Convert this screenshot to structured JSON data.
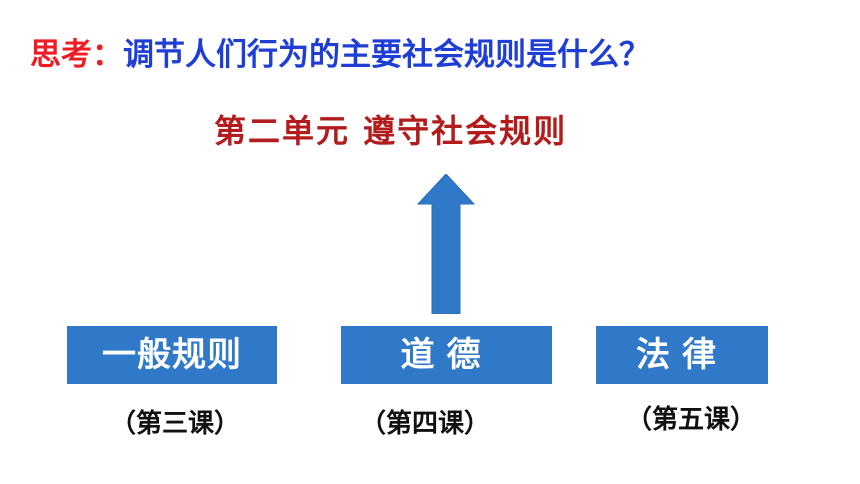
{
  "question": {
    "label": "思考：",
    "text": "调节人们行为的主要社会规则是什么？"
  },
  "unit_title": "第二单元  遵守社会规则",
  "boxes": {
    "general": "一般规则",
    "moral": "道德",
    "law": "法律"
  },
  "lessons": {
    "lesson3": "（第三课）",
    "lesson4": "（第四课）",
    "lesson5": "（第五课）"
  },
  "colors": {
    "question_label": "#ee1c25",
    "question_text": "#1f3ed6",
    "unit_title": "#b31c1c",
    "box_fill": "#2f79c8",
    "arrow_fill": "#2f79c8"
  }
}
